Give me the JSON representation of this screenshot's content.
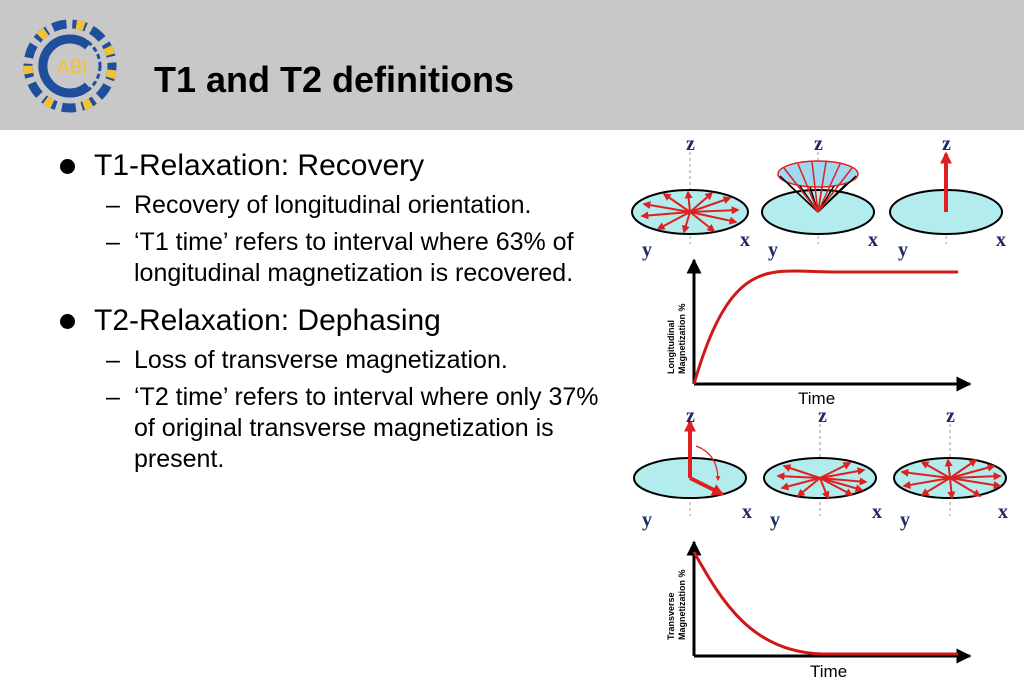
{
  "slide": {
    "title": "T1 and T2 definitions",
    "logo_text": "ABI"
  },
  "sections": [
    {
      "heading": "T1-Relaxation:  Recovery",
      "items": [
        "Recovery of longitudinal orientation.",
        "‘T1 time’ refers to interval where 63% of longitudinal magnetization is recovered."
      ]
    },
    {
      "heading": "T2-Relaxation:  Dephasing",
      "items": [
        "Loss of transverse magnetization.",
        "‘T2 time’ refers to interval where only 37% of original transverse magnetization is present."
      ]
    }
  ],
  "diagram": {
    "axis_z": "z",
    "axis_x": "x",
    "axis_y": "y",
    "t1_graph": {
      "xlabel": "Time",
      "ylabel_line1": "Longitudinal",
      "ylabel_line2": "Magnetization %"
    },
    "t2_graph": {
      "xlabel": "Time",
      "ylabel_line1": "Transverse",
      "ylabel_line2": "Magnetization %"
    }
  },
  "colors": {
    "header_bg": "#c8c8c8",
    "disc_fill": "#b3ecec",
    "vector_red": "#e02020",
    "axis_label": "#1c2b63",
    "logo_blue": "#1f4e9c",
    "logo_yellow": "#f2c230"
  }
}
